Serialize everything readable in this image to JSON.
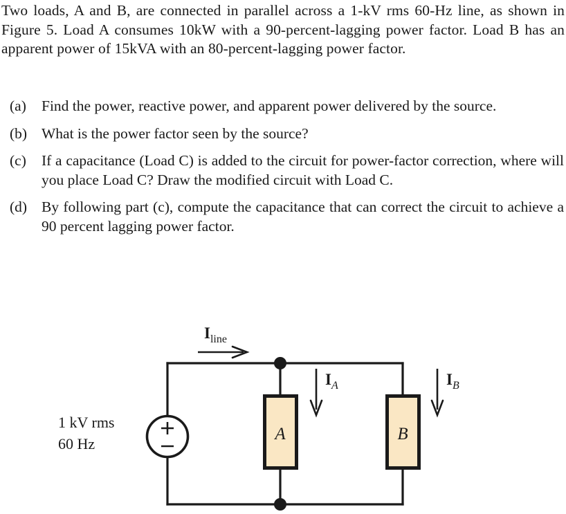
{
  "document": {
    "intro": {
      "text": "Two loads, A and B, are connected in parallel across a 1-kV rms 60-Hz line, as shown in Figure 5. Load A consumes 10kW with a 90-percent-lagging power factor. Load B has an apparent power of 15kVA with an 80-percent-lagging power factor."
    },
    "questions": [
      {
        "marker": "(a)",
        "text": "Find the power, reactive power, and apparent power delivered by the source."
      },
      {
        "marker": "(b)",
        "text": "What is the power factor seen by the source?"
      },
      {
        "marker": "(c)",
        "text": "If a capacitance (Load C) is added to the circuit for power-factor correction, where will you place Load C? Draw the modified circuit with Load C."
      },
      {
        "marker": "(d)",
        "text": "By following part (c), compute the capacitance that can correct the circuit to achieve a 90 percent lagging power factor."
      }
    ],
    "figure": {
      "source": {
        "voltage_label": "1 kV rms",
        "frequency_label": "60 Hz",
        "plus_sign": "+",
        "minus_sign": "−"
      },
      "currents": {
        "line": {
          "symbol": "I",
          "subscript": "line"
        },
        "a": {
          "symbol": "I",
          "subscript": "A"
        },
        "b": {
          "symbol": "I",
          "subscript": "B"
        }
      },
      "loads": [
        {
          "label": "A"
        },
        {
          "label": "B"
        }
      ],
      "colors": {
        "load_fill": "#fae7c4",
        "wire": "#1a1a1a",
        "box_border": "#1a1a1a"
      }
    }
  }
}
